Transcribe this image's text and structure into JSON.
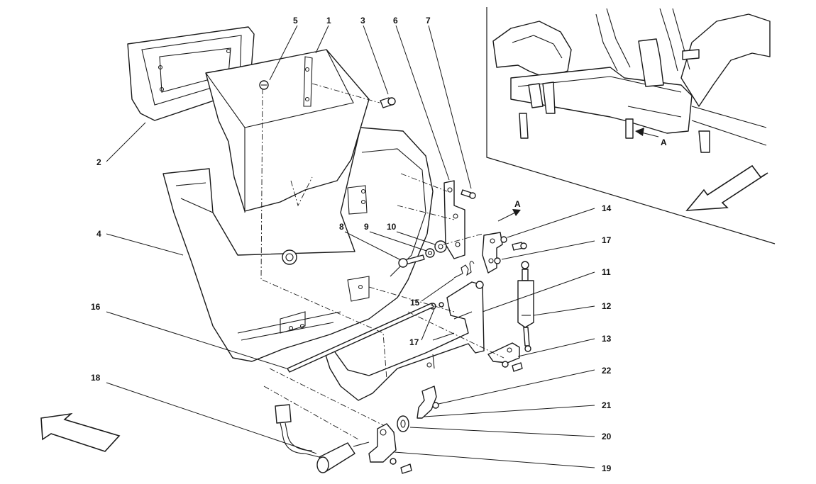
{
  "diagram": {
    "callouts": [
      {
        "id": "c1",
        "label": "1"
      },
      {
        "id": "c2",
        "label": "2"
      },
      {
        "id": "c3",
        "label": "3"
      },
      {
        "id": "c4",
        "label": "4"
      },
      {
        "id": "c5",
        "label": "5"
      },
      {
        "id": "c6",
        "label": "6"
      },
      {
        "id": "c7",
        "label": "7"
      },
      {
        "id": "c8",
        "label": "8"
      },
      {
        "id": "c9",
        "label": "9"
      },
      {
        "id": "c10",
        "label": "10"
      },
      {
        "id": "c11",
        "label": "11"
      },
      {
        "id": "c12",
        "label": "12"
      },
      {
        "id": "c13",
        "label": "13"
      },
      {
        "id": "c14",
        "label": "14"
      },
      {
        "id": "c15",
        "label": "15"
      },
      {
        "id": "c16",
        "label": "16"
      },
      {
        "id": "c17a",
        "label": "17"
      },
      {
        "id": "c17b",
        "label": "17"
      },
      {
        "id": "c18",
        "label": "18"
      },
      {
        "id": "c19",
        "label": "19"
      },
      {
        "id": "c20",
        "label": "20"
      },
      {
        "id": "c21",
        "label": "21"
      },
      {
        "id": "c22",
        "label": "22"
      }
    ],
    "view_marker": "A",
    "view_marker_detail": "A"
  }
}
